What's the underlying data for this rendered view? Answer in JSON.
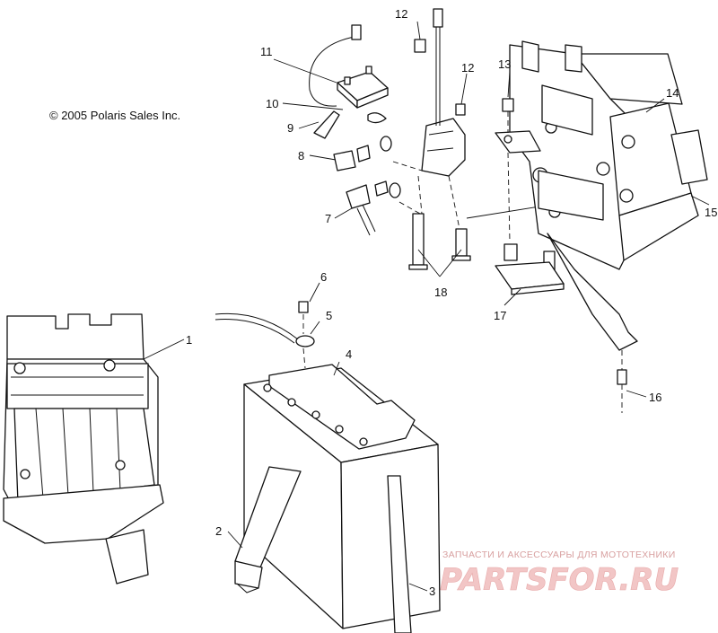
{
  "copyright": "© 2005 Polaris Sales Inc.",
  "callouts": [
    "1",
    "2",
    "3",
    "4",
    "5",
    "6",
    "7",
    "8",
    "9",
    "10",
    "11",
    "12",
    "12",
    "13",
    "14",
    "15",
    "16",
    "17",
    "18"
  ],
  "watermark": {
    "tagline": "ЗАПЧАСТИ И АКСЕССУАРЫ ДЛЯ МОТОТЕХНИКИ",
    "brand": "PARTSFOR.RU",
    "color": "#e7a9a9"
  }
}
